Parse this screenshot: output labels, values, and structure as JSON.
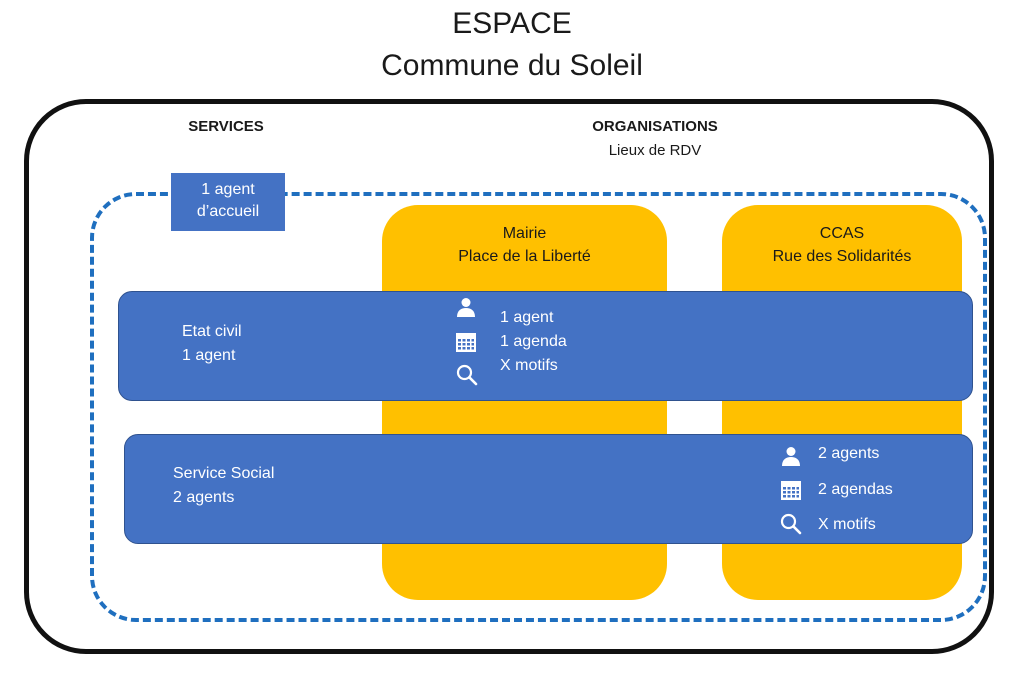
{
  "title": {
    "line1": "ESPACE",
    "line2": "Commune du Soleil"
  },
  "headers": {
    "services": "SERVICES",
    "organisations": "ORGANISATIONS",
    "organisations_sub": "Lieux de RDV"
  },
  "accueil": {
    "line1": "1 agent",
    "line2": "d’accueil"
  },
  "organisations": [
    {
      "name": "Mairie",
      "address": "Place de la Liberté"
    },
    {
      "name": "CCAS",
      "address": "Rue des Solidarités"
    }
  ],
  "services": [
    {
      "name": "Etat civil",
      "agents": "1 agent",
      "stats": {
        "agents": "1 agent",
        "agendas": "1 agenda",
        "motifs": "X motifs"
      }
    },
    {
      "name": "Service Social",
      "agents": "2 agents",
      "stats": {
        "agents": "2 agents",
        "agendas": "2 agendas",
        "motifs": "X motifs"
      }
    }
  ],
  "icons": {
    "agent": "person-icon",
    "agenda": "calendar-icon",
    "motifs": "search-icon"
  },
  "colors": {
    "service_blue": "#4472c4",
    "org_yellow": "#ffc000",
    "dashed_blue": "#1f6fbf",
    "frame_black": "#111111"
  }
}
